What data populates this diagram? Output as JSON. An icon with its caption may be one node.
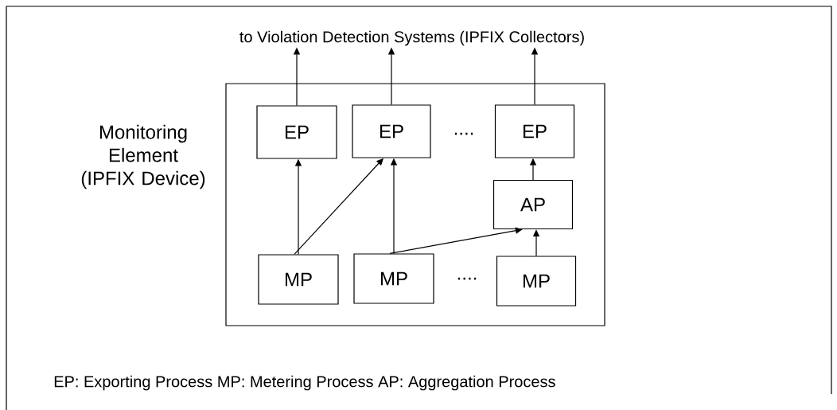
{
  "diagram": {
    "nodes": [
      {
        "text": [
          "to Violation Detection Systems (IPFIX Collectors)"
        ]
      },
      {
        "text": [
          "Monitoring Element (IPFIX Device)"
        ]
      },
      {
        "text": [
          "EP"
        ],
        "in": 1
      },
      {
        "text": [
          "EP"
        ],
        "in": 1
      },
      {
        "text": [
          "EP"
        ],
        "in": 1
      },
      {
        "text": [
          "AP"
        ],
        "in": 1
      },
      {
        "text": [
          "MP"
        ],
        "in": 1
      },
      {
        "text": [
          "MP"
        ],
        "in": 1
      },
      {
        "text": [
          "MP"
        ],
        "in": 1
      }
    ],
    "edges": [
      {
        "from": 2,
        "to": 0,
        "arrow": "to"
      },
      {
        "from": 3,
        "to": 0,
        "arrow": "to"
      },
      {
        "from": 4,
        "to": 0,
        "arrow": "to"
      },
      {
        "from": 6,
        "to": 2,
        "arrow": "to"
      },
      {
        "from": 6,
        "to": 3,
        "arrow": "to"
      },
      {
        "from": 7,
        "to": 3,
        "arrow": "to"
      },
      {
        "from": 7,
        "to": 5,
        "arrow": "to"
      },
      {
        "from": 8,
        "to": 5,
        "arrow": "to"
      },
      {
        "from": 5,
        "to": 4,
        "arrow": "to"
      }
    ],
    "labels": [
      "....",
      "....",
      "EP: Exporting Process MP: Metering Process AP: Aggregation Process"
    ]
  }
}
